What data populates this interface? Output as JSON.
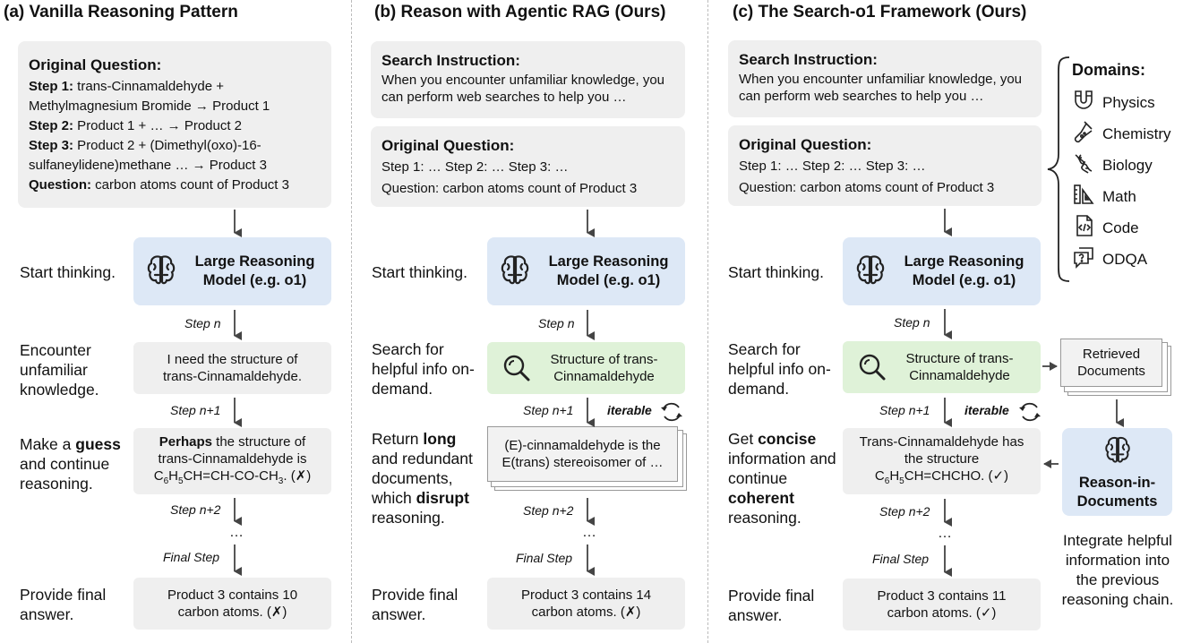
{
  "panels": [
    {
      "title": "(a) Vanilla Reasoning Pattern"
    },
    {
      "title": "(b) Reason with Agentic RAG (Ours)"
    },
    {
      "title": "(c) The Search-o1 Framework (Ours)"
    }
  ],
  "panel_a": {
    "question_heading": "Original Question:",
    "step1_label": "Step 1:",
    "step1_text": " trans-Cinnamaldehyde + Methylmagnesium Bromide → Product 1",
    "step2_label": "Step 2:",
    "step2_text": " Product 1 + … → Product 2",
    "step3_label": "Step 3:",
    "step3_text": " Product 2 + (Dimethyl(oxo)-16-sulfaneylidene)methane … → Product 3",
    "q_label": "Question:",
    "q_text": " carbon atoms count of Product 3",
    "start_label": "Start thinking.",
    "model": "Large Reasoning Model (e.g. o1)",
    "step_n": "Step n",
    "encounter_label": "Encounter unfamiliar knowledge.",
    "need_text": "I need the structure of trans-Cinnamaldehyde.",
    "step_n1": "Step n+1",
    "guess_pre": "Make a ",
    "guess_bold": "guess",
    "guess_post": " and continue reasoning.",
    "perhaps_bold": "Perhaps",
    "perhaps_text": " the structure of trans-Cinnamaldehyde is",
    "formula": "C6H5CH=CH-CO-CH3. (✗)",
    "step_n2": "Step n+2",
    "dots": "…",
    "final_step": "Final Step",
    "final_label": "Provide final answer.",
    "answer": "Product 3 contains 10 carbon atoms. (✗)"
  },
  "panel_b": {
    "instr_heading": "Search Instruction:",
    "instr_text": "When you encounter unfamiliar knowledge, you can perform web searches to help you …",
    "question_heading": "Original Question:",
    "q_line1": "Step 1: … Step 2: … Step 3: …",
    "q_line2": "Question: carbon atoms count of Product 3",
    "start_label": "Start thinking.",
    "model": "Large Reasoning Model (e.g. o1)",
    "step_n": "Step n",
    "search_label": "Search for helpful info on-demand.",
    "search_text": "Structure of trans-Cinnamaldehyde",
    "step_n1": "Step n+1",
    "iterable": "iterable",
    "return_pre": "Return ",
    "return_bold1": "long",
    "return_mid": " and redundant documents, which ",
    "return_bold2": "disrupt",
    "return_post": " reasoning.",
    "doc_text": "(E)-cinnamaldehyde is the E(trans) stereoisomer of …",
    "step_n2": "Step n+2",
    "dots": "…",
    "final_step": "Final Step",
    "final_label": "Provide final answer.",
    "answer": "Product 3 contains 14 carbon atoms. (✗)"
  },
  "panel_c": {
    "instr_heading": "Search Instruction:",
    "instr_text": "When you encounter unfamiliar knowledge, you can perform web searches to help you …",
    "question_heading": "Original Question:",
    "q_line1": "Step 1: … Step 2: … Step 3: …",
    "q_line2": "Question: carbon atoms count of Product 3",
    "start_label": "Start thinking.",
    "model": "Large Reasoning Model (e.g. o1)",
    "step_n": "Step n",
    "search_label": "Search for helpful info on-demand.",
    "search_text": "Structure of trans-Cinnamaldehyde",
    "retrieved": "Retrieved Documents",
    "step_n1": "Step n+1",
    "iterable": "iterable",
    "concise_pre": "Get ",
    "concise_bold1": "concise",
    "concise_mid": " information and continue ",
    "concise_bold2": "coherent",
    "concise_post": " reasoning.",
    "result_text": "Trans-Cinnamaldehyde has the structure",
    "result_formula": "C6H5CH=CHCHO. (✓)",
    "reason_in_docs": "Reason-in-Documents",
    "integrate": "Integrate helpful information into the previous reasoning chain.",
    "step_n2": "Step n+2",
    "dots": "…",
    "final_step": "Final Step",
    "final_label": "Provide final answer.",
    "answer": "Product 3 contains 11 carbon atoms. (✓)"
  },
  "domains": {
    "heading": "Domains:",
    "items": [
      {
        "label": "Physics",
        "icon": "magnet-icon"
      },
      {
        "label": "Chemistry",
        "icon": "flask-icon"
      },
      {
        "label": "Biology",
        "icon": "dna-icon"
      },
      {
        "label": "Math",
        "icon": "ruler-icon"
      },
      {
        "label": "Code",
        "icon": "code-file-icon"
      },
      {
        "label": "ODQA",
        "icon": "question-bubble-icon"
      }
    ]
  }
}
